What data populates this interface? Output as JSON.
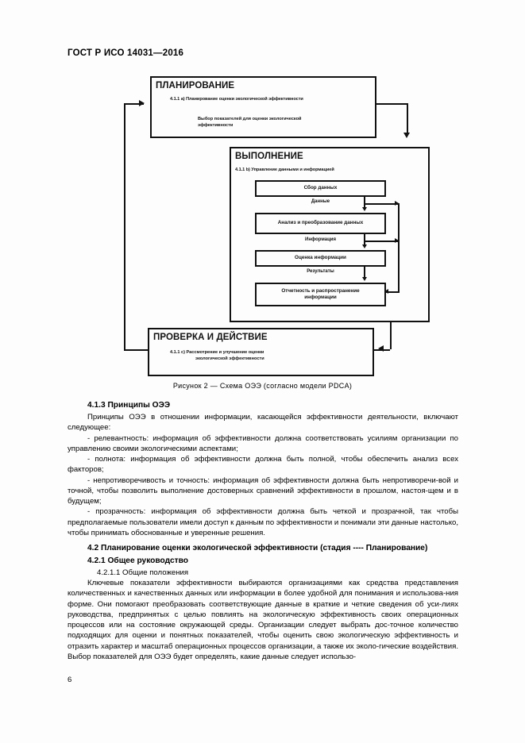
{
  "document": {
    "header": "ГОСТ Р ИСО 14031—2016",
    "page_number": "6"
  },
  "figure": {
    "caption": "Рисунок 2 — Схема ОЭЭ (согласно модели PDCA)",
    "boxes": {
      "planning": {
        "title": "ПЛАНИРОВАНИЕ",
        "subtitle": "4.1.1 a) Планирование оценки экологической эффективности",
        "note_line1": "Выбор показателей для оценки экологической",
        "note_line2": "эффективности"
      },
      "doing": {
        "title": "ВЫПОЛНЕНИЕ",
        "subtitle": "4.1.1 b) Управление данными и информацией"
      },
      "checking": {
        "title": "ПРОВЕРКА И ДЕЙСТВИЕ",
        "subtitle_line1": "4.1.1 c) Рассмотрение и улучшение оценки",
        "subtitle_line2": "экологической эффективности"
      }
    },
    "flow": {
      "step1": "Сбор данных",
      "label1": "Данные",
      "step2": "Анализ и преобразование данных",
      "label2": "Информация",
      "step3": "Оценка информации",
      "label3": "Результаты",
      "step4_line1": "Отчетность и распространение",
      "step4_line2": "информации"
    }
  },
  "sections": {
    "s413_title": "4.1.3  Принципы ОЭЭ",
    "s413_intro": "Принципы ОЭЭ в отношении информации, касающейся эффективности деятельности, включают следующее:",
    "bullet_relevance": "-  релевантность: информация об эффективности должна соответствовать усилиям организации по управлению своими экологическими аспектами;",
    "bullet_completeness": "-  полнота: информация об эффективности должна быть полной, чтобы обеспечить анализ всех факторов;",
    "bullet_consistency": "-  непротиворечивость и точность: информация об эффективности должна быть непротиворечи-вой и точной, чтобы позволить выполнение достоверных сравнений эффективности в прошлом, настоя-щем и в будущем;",
    "bullet_transparency": "-  прозрачность: информация об эффективности должна быть четкой и прозрачной, так чтобы предполагаемые пользователи имели доступ к данным по эффективности и понимали эти данные настолько, чтобы принимать обоснованные и уверенные решения.",
    "s42_title": "4.2  Планирование оценки экологической эффективности (стадия ---- Планирование)",
    "s421_title": "4.2.1  Общее руководство",
    "s4211_title": "4.2.1.1  Общие положения",
    "s4211_body": "Ключевые показатели эффективности выбираются организациями как средства представления количественных и качественных данных или информации в более удобной для понимания и использова-ния форме. Они помогают преобразовать соответствующие данные в краткие и четкие сведения об уси-лиях руководства, предпринятых с целью повлиять на экологическую эффективность своих операционных процессов или на состояние окружающей среды. Организации следует выбрать дос-точное количество подходящих для оценки и понятных показателей, чтобы оценить свою экологическую эффективность и отразить характер и масштаб операционных процессов организации, а также их эколо-гические воздействия. Выбор показателей для ОЭЭ будет определять, какие данные следует использо-"
  }
}
